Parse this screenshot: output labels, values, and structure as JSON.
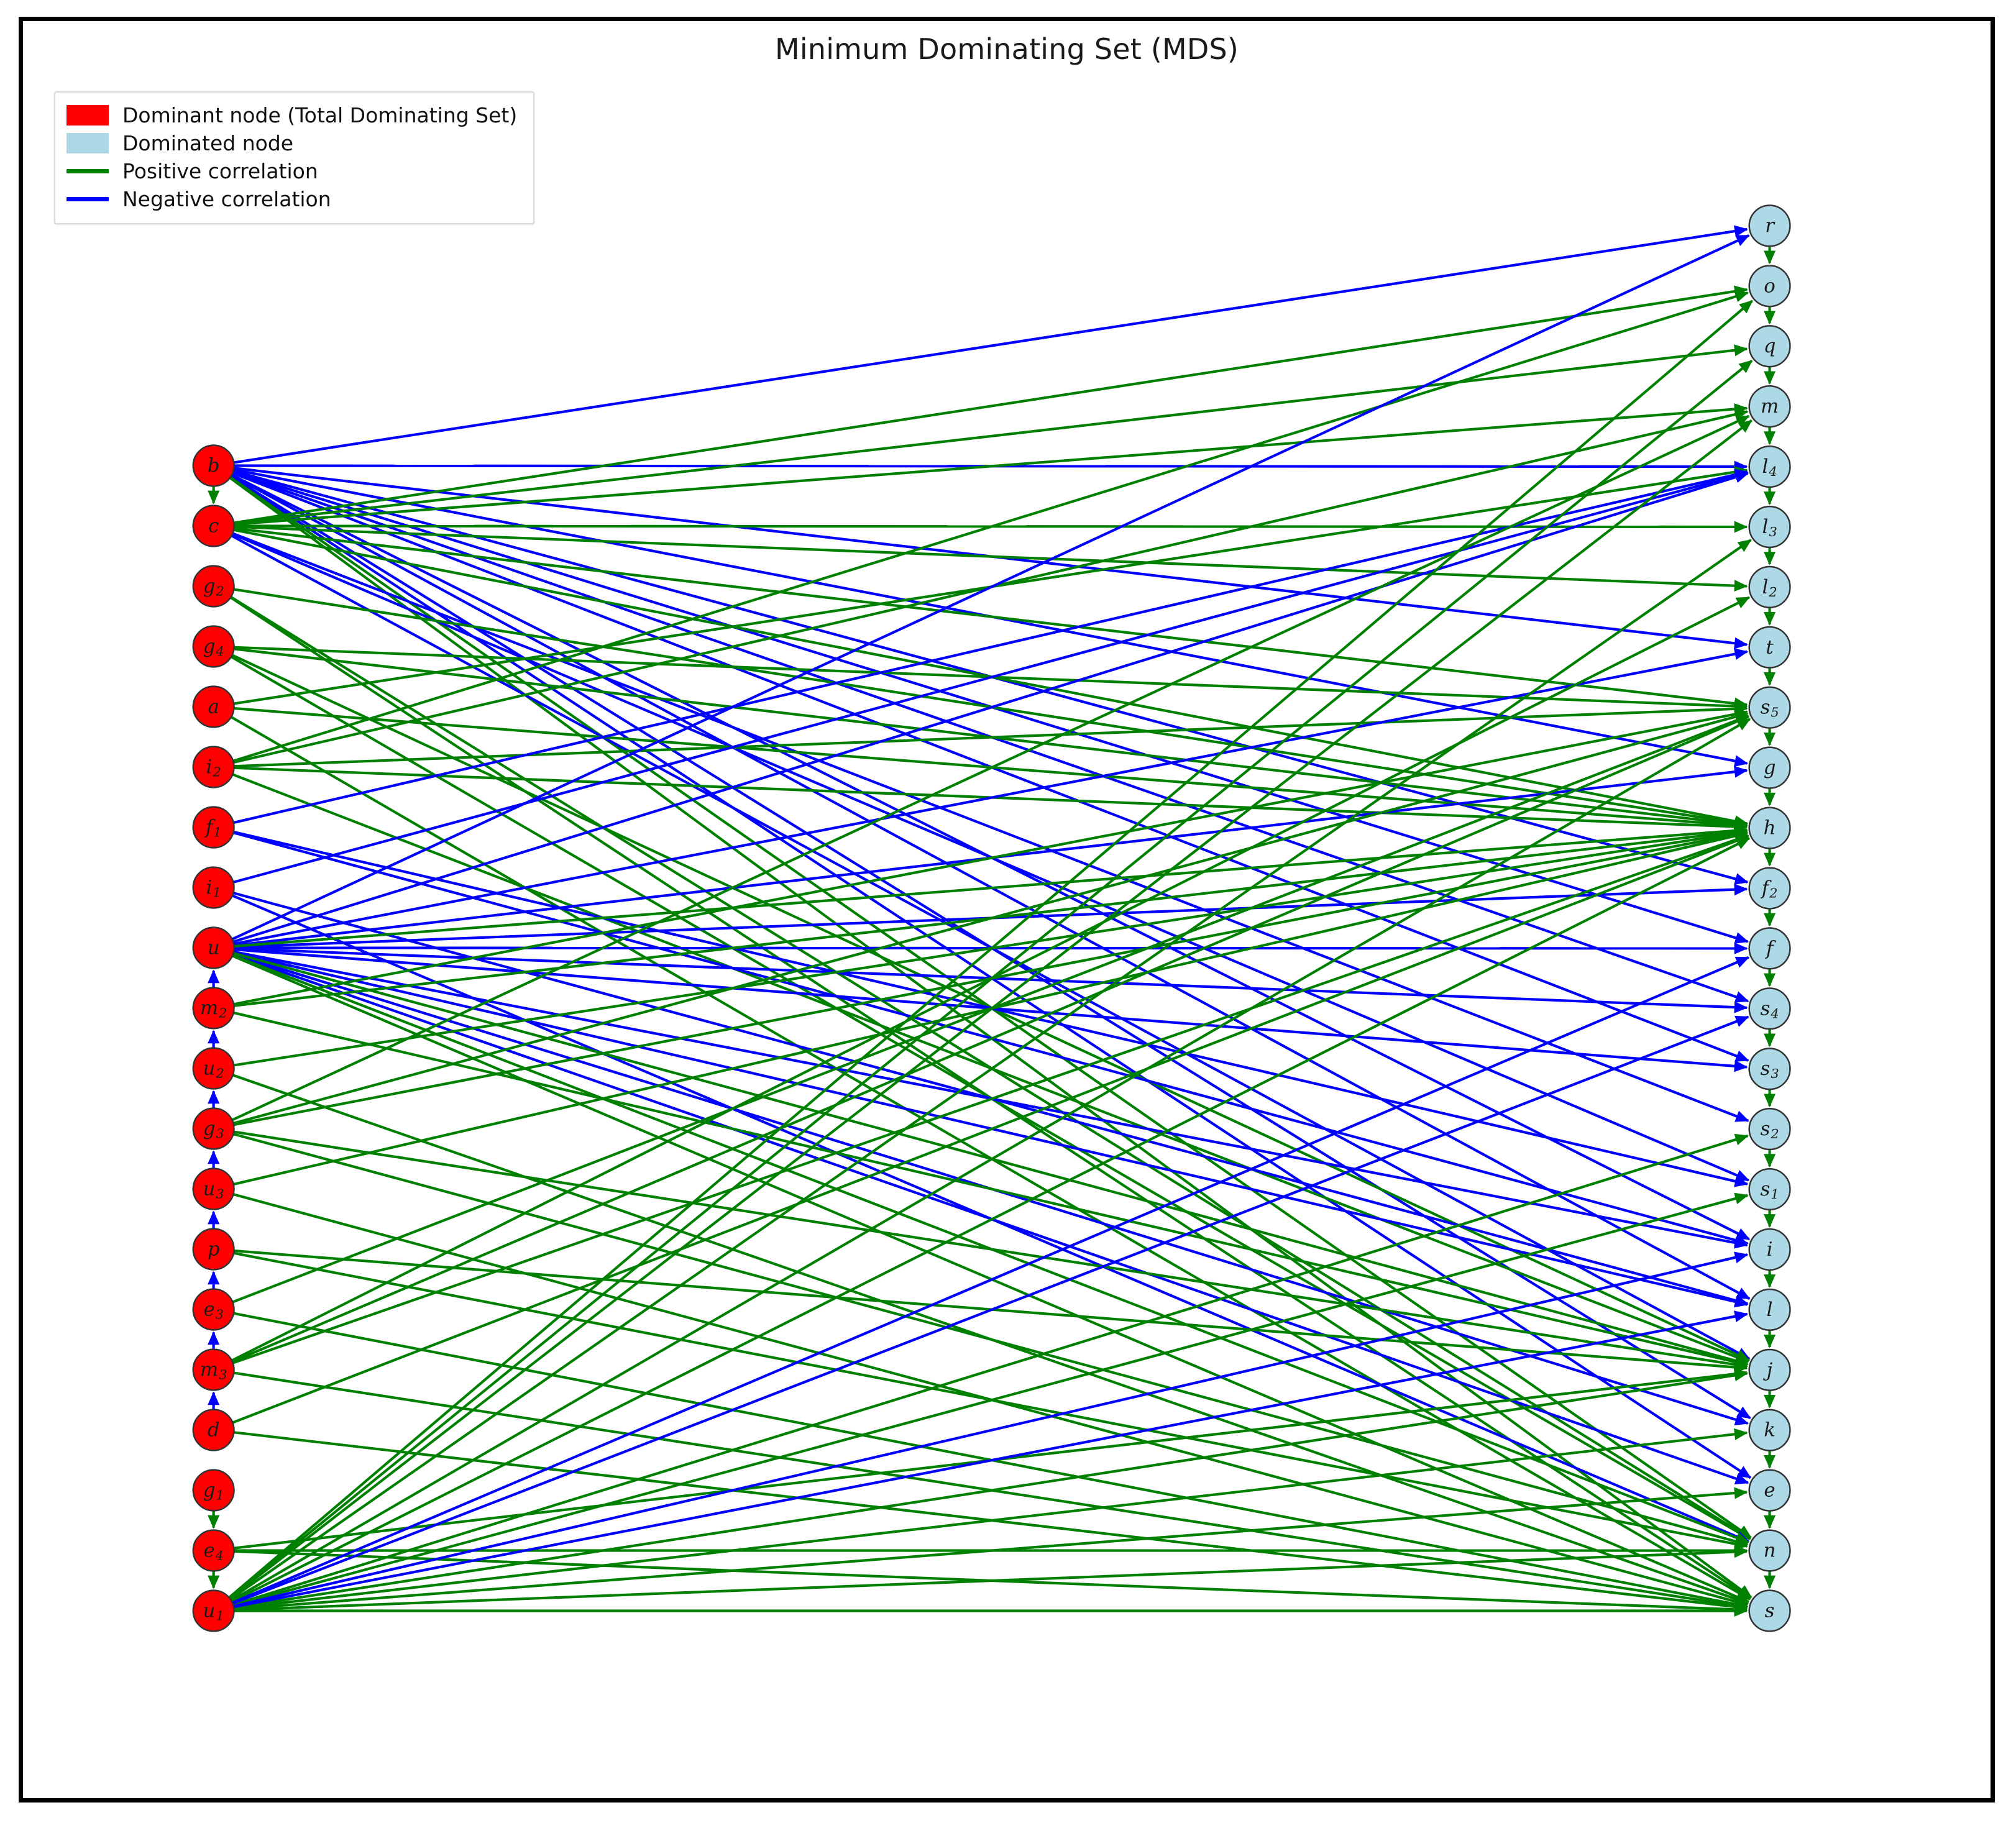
{
  "chart_data": {
    "type": "diagram",
    "title": "Minimum Dominating Set (MDS)",
    "graph_kind": "directed-bipartite-network",
    "layout": "two-column bipartite: dominant nodes on left, dominated nodes on right",
    "node_colors": {
      "dominant": "#FF0000",
      "dominated": "#ADD8E6",
      "node_edge": "#333333"
    },
    "edge_colors": {
      "positive": "#008000",
      "negative": "#0000FF"
    },
    "legend": {
      "position": "upper-left",
      "entries": [
        {
          "key": "dominant-node",
          "marker": "square",
          "color": "#FF0000",
          "label": "Dominant node (Total Dominating Set)"
        },
        {
          "key": "dominated-node",
          "marker": "square",
          "color": "#ADD8E6",
          "label": "Dominated node"
        },
        {
          "key": "positive-correlation",
          "marker": "line",
          "color": "#008000",
          "label": "Positive correlation"
        },
        {
          "key": "negative-correlation",
          "marker": "line",
          "color": "#0000FF",
          "label": "Negative correlation"
        }
      ]
    },
    "left_column": {
      "role": "Dominant node (Total Dominating Set)",
      "count": 19,
      "nodes": [
        {
          "id": "b",
          "base": "b",
          "sub": ""
        },
        {
          "id": "c",
          "base": "c",
          "sub": ""
        },
        {
          "id": "g2",
          "base": "g",
          "sub": "2"
        },
        {
          "id": "g4",
          "base": "g",
          "sub": "4"
        },
        {
          "id": "a",
          "base": "a",
          "sub": ""
        },
        {
          "id": "i2",
          "base": "i",
          "sub": "2"
        },
        {
          "id": "f1",
          "base": "f",
          "sub": "1"
        },
        {
          "id": "i1",
          "base": "i",
          "sub": "1"
        },
        {
          "id": "u",
          "base": "u",
          "sub": ""
        },
        {
          "id": "m2",
          "base": "m",
          "sub": "2"
        },
        {
          "id": "u2",
          "base": "u",
          "sub": "2"
        },
        {
          "id": "g3",
          "base": "g",
          "sub": "3"
        },
        {
          "id": "u3",
          "base": "u",
          "sub": "3"
        },
        {
          "id": "p",
          "base": "p",
          "sub": ""
        },
        {
          "id": "e3",
          "base": "e",
          "sub": "3"
        },
        {
          "id": "m3",
          "base": "m",
          "sub": "3"
        },
        {
          "id": "d",
          "base": "d",
          "sub": ""
        },
        {
          "id": "g1",
          "base": "g",
          "sub": "1"
        },
        {
          "id": "e4",
          "base": "e",
          "sub": "4"
        },
        {
          "id": "u1",
          "base": "u",
          "sub": "1"
        }
      ]
    },
    "right_column": {
      "role": "Dominated node",
      "count": 24,
      "nodes": [
        {
          "id": "r",
          "base": "r",
          "sub": ""
        },
        {
          "id": "o",
          "base": "o",
          "sub": ""
        },
        {
          "id": "q",
          "base": "q",
          "sub": ""
        },
        {
          "id": "m",
          "base": "m",
          "sub": ""
        },
        {
          "id": "l4",
          "base": "l",
          "sub": "4"
        },
        {
          "id": "l3",
          "base": "l",
          "sub": "3"
        },
        {
          "id": "l2",
          "base": "l",
          "sub": "2"
        },
        {
          "id": "t",
          "base": "t",
          "sub": ""
        },
        {
          "id": "s5",
          "base": "s",
          "sub": "5"
        },
        {
          "id": "g",
          "base": "g",
          "sub": ""
        },
        {
          "id": "h",
          "base": "h",
          "sub": ""
        },
        {
          "id": "f2",
          "base": "f",
          "sub": "2"
        },
        {
          "id": "f",
          "base": "f",
          "sub": ""
        },
        {
          "id": "s4",
          "base": "s",
          "sub": "4"
        },
        {
          "id": "s3",
          "base": "s",
          "sub": "3"
        },
        {
          "id": "s2",
          "base": "s",
          "sub": "2"
        },
        {
          "id": "s1",
          "base": "s",
          "sub": "1"
        },
        {
          "id": "i",
          "base": "i",
          "sub": ""
        },
        {
          "id": "l",
          "base": "l",
          "sub": ""
        },
        {
          "id": "j",
          "base": "j",
          "sub": ""
        },
        {
          "id": "k",
          "base": "k",
          "sub": ""
        },
        {
          "id": "e",
          "base": "e",
          "sub": ""
        },
        {
          "id": "n",
          "base": "n",
          "sub": ""
        },
        {
          "id": "s",
          "base": "s",
          "sub": ""
        }
      ]
    },
    "chain_edges": [
      {
        "from": "b",
        "to": "c",
        "sign": "positive"
      },
      {
        "from": "m2",
        "to": "u",
        "sign": "negative"
      },
      {
        "from": "u2",
        "to": "m2",
        "sign": "negative"
      },
      {
        "from": "g3",
        "to": "u2",
        "sign": "negative"
      },
      {
        "from": "u3",
        "to": "g3",
        "sign": "negative"
      },
      {
        "from": "p",
        "to": "u3",
        "sign": "negative"
      },
      {
        "from": "e3",
        "to": "p",
        "sign": "negative"
      },
      {
        "from": "m3",
        "to": "e3",
        "sign": "negative"
      },
      {
        "from": "d",
        "to": "m3",
        "sign": "negative"
      },
      {
        "from": "g1",
        "to": "e4",
        "sign": "positive"
      },
      {
        "from": "e4",
        "to": "u1",
        "sign": "positive"
      },
      {
        "from": "r",
        "to": "o",
        "sign": "positive"
      },
      {
        "from": "o",
        "to": "q",
        "sign": "positive"
      },
      {
        "from": "q",
        "to": "m",
        "sign": "positive"
      },
      {
        "from": "m",
        "to": "l4",
        "sign": "positive"
      },
      {
        "from": "l4",
        "to": "l3",
        "sign": "positive"
      },
      {
        "from": "l3",
        "to": "l2",
        "sign": "positive"
      },
      {
        "from": "l2",
        "to": "t",
        "sign": "positive"
      },
      {
        "from": "t",
        "to": "s5",
        "sign": "positive"
      },
      {
        "from": "s5",
        "to": "g",
        "sign": "positive"
      },
      {
        "from": "g",
        "to": "h",
        "sign": "positive"
      },
      {
        "from": "h",
        "to": "f2",
        "sign": "positive"
      },
      {
        "from": "f2",
        "to": "f",
        "sign": "positive"
      },
      {
        "from": "f",
        "to": "s4",
        "sign": "positive"
      },
      {
        "from": "s4",
        "to": "s3",
        "sign": "positive"
      },
      {
        "from": "s3",
        "to": "s2",
        "sign": "positive"
      },
      {
        "from": "s2",
        "to": "s1",
        "sign": "positive"
      },
      {
        "from": "s1",
        "to": "i",
        "sign": "positive"
      },
      {
        "from": "i",
        "to": "l",
        "sign": "positive"
      },
      {
        "from": "l",
        "to": "j",
        "sign": "positive"
      },
      {
        "from": "j",
        "to": "k",
        "sign": "positive"
      },
      {
        "from": "k",
        "to": "e",
        "sign": "positive"
      },
      {
        "from": "e",
        "to": "n",
        "sign": "positive"
      },
      {
        "from": "n",
        "to": "s",
        "sign": "positive"
      }
    ],
    "cross_edges": [
      {
        "from": "b",
        "to": "r",
        "sign": "negative"
      },
      {
        "from": "b",
        "to": "l4",
        "sign": "negative"
      },
      {
        "from": "b",
        "to": "t",
        "sign": "negative"
      },
      {
        "from": "b",
        "to": "g",
        "sign": "negative"
      },
      {
        "from": "b",
        "to": "f2",
        "sign": "negative"
      },
      {
        "from": "b",
        "to": "f",
        "sign": "negative"
      },
      {
        "from": "b",
        "to": "s4",
        "sign": "negative"
      },
      {
        "from": "b",
        "to": "s3",
        "sign": "negative"
      },
      {
        "from": "b",
        "to": "i",
        "sign": "negative"
      },
      {
        "from": "b",
        "to": "l",
        "sign": "negative"
      },
      {
        "from": "b",
        "to": "k",
        "sign": "negative"
      },
      {
        "from": "b",
        "to": "e",
        "sign": "negative"
      },
      {
        "from": "b",
        "to": "n",
        "sign": "positive"
      },
      {
        "from": "b",
        "to": "s",
        "sign": "positive"
      },
      {
        "from": "c",
        "to": "o",
        "sign": "positive"
      },
      {
        "from": "c",
        "to": "q",
        "sign": "positive"
      },
      {
        "from": "c",
        "to": "m",
        "sign": "positive"
      },
      {
        "from": "c",
        "to": "l3",
        "sign": "positive"
      },
      {
        "from": "c",
        "to": "l2",
        "sign": "positive"
      },
      {
        "from": "c",
        "to": "s5",
        "sign": "positive"
      },
      {
        "from": "c",
        "to": "h",
        "sign": "positive"
      },
      {
        "from": "c",
        "to": "s2",
        "sign": "negative"
      },
      {
        "from": "c",
        "to": "s1",
        "sign": "negative"
      },
      {
        "from": "c",
        "to": "j",
        "sign": "negative"
      },
      {
        "from": "g2",
        "to": "h",
        "sign": "positive"
      },
      {
        "from": "g2",
        "to": "n",
        "sign": "positive"
      },
      {
        "from": "g2",
        "to": "s",
        "sign": "positive"
      },
      {
        "from": "g4",
        "to": "s5",
        "sign": "positive"
      },
      {
        "from": "g4",
        "to": "h",
        "sign": "positive"
      },
      {
        "from": "g4",
        "to": "j",
        "sign": "positive"
      },
      {
        "from": "g4",
        "to": "n",
        "sign": "positive"
      },
      {
        "from": "a",
        "to": "l4",
        "sign": "positive"
      },
      {
        "from": "a",
        "to": "h",
        "sign": "positive"
      },
      {
        "from": "a",
        "to": "s",
        "sign": "positive"
      },
      {
        "from": "i2",
        "to": "o",
        "sign": "positive"
      },
      {
        "from": "i2",
        "to": "m",
        "sign": "positive"
      },
      {
        "from": "i2",
        "to": "s5",
        "sign": "positive"
      },
      {
        "from": "i2",
        "to": "h",
        "sign": "positive"
      },
      {
        "from": "i2",
        "to": "j",
        "sign": "positive"
      },
      {
        "from": "f1",
        "to": "l4",
        "sign": "negative"
      },
      {
        "from": "f1",
        "to": "s1",
        "sign": "negative"
      },
      {
        "from": "f1",
        "to": "i",
        "sign": "negative"
      },
      {
        "from": "i1",
        "to": "l4",
        "sign": "negative"
      },
      {
        "from": "i1",
        "to": "l",
        "sign": "negative"
      },
      {
        "from": "i1",
        "to": "n",
        "sign": "negative"
      },
      {
        "from": "u",
        "to": "r",
        "sign": "negative"
      },
      {
        "from": "u",
        "to": "l4",
        "sign": "negative"
      },
      {
        "from": "u",
        "to": "t",
        "sign": "negative"
      },
      {
        "from": "u",
        "to": "g",
        "sign": "negative"
      },
      {
        "from": "u",
        "to": "f2",
        "sign": "negative"
      },
      {
        "from": "u",
        "to": "f",
        "sign": "negative"
      },
      {
        "from": "u",
        "to": "s4",
        "sign": "negative"
      },
      {
        "from": "u",
        "to": "s3",
        "sign": "negative"
      },
      {
        "from": "u",
        "to": "i",
        "sign": "negative"
      },
      {
        "from": "u",
        "to": "l",
        "sign": "negative"
      },
      {
        "from": "u",
        "to": "k",
        "sign": "negative"
      },
      {
        "from": "u",
        "to": "e",
        "sign": "negative"
      },
      {
        "from": "u",
        "to": "h",
        "sign": "positive"
      },
      {
        "from": "u",
        "to": "j",
        "sign": "positive"
      },
      {
        "from": "u",
        "to": "n",
        "sign": "positive"
      },
      {
        "from": "u",
        "to": "s",
        "sign": "positive"
      },
      {
        "from": "m2",
        "to": "s5",
        "sign": "positive"
      },
      {
        "from": "m2",
        "to": "h",
        "sign": "positive"
      },
      {
        "from": "m2",
        "to": "j",
        "sign": "positive"
      },
      {
        "from": "u2",
        "to": "h",
        "sign": "positive"
      },
      {
        "from": "u2",
        "to": "s",
        "sign": "positive"
      },
      {
        "from": "g3",
        "to": "m",
        "sign": "positive"
      },
      {
        "from": "g3",
        "to": "s5",
        "sign": "positive"
      },
      {
        "from": "g3",
        "to": "h",
        "sign": "positive"
      },
      {
        "from": "g3",
        "to": "j",
        "sign": "positive"
      },
      {
        "from": "g3",
        "to": "n",
        "sign": "positive"
      },
      {
        "from": "u3",
        "to": "h",
        "sign": "positive"
      },
      {
        "from": "u3",
        "to": "s",
        "sign": "positive"
      },
      {
        "from": "p",
        "to": "j",
        "sign": "positive"
      },
      {
        "from": "p",
        "to": "n",
        "sign": "positive"
      },
      {
        "from": "e3",
        "to": "s5",
        "sign": "positive"
      },
      {
        "from": "e3",
        "to": "s",
        "sign": "positive"
      },
      {
        "from": "m3",
        "to": "l2",
        "sign": "positive"
      },
      {
        "from": "m3",
        "to": "s5",
        "sign": "positive"
      },
      {
        "from": "m3",
        "to": "h",
        "sign": "positive"
      },
      {
        "from": "m3",
        "to": "s",
        "sign": "positive"
      },
      {
        "from": "d",
        "to": "h",
        "sign": "positive"
      },
      {
        "from": "d",
        "to": "s",
        "sign": "positive"
      },
      {
        "from": "e4",
        "to": "j",
        "sign": "positive"
      },
      {
        "from": "e4",
        "to": "n",
        "sign": "positive"
      },
      {
        "from": "e4",
        "to": "s",
        "sign": "positive"
      },
      {
        "from": "u1",
        "to": "o",
        "sign": "positive"
      },
      {
        "from": "u1",
        "to": "q",
        "sign": "positive"
      },
      {
        "from": "u1",
        "to": "m",
        "sign": "positive"
      },
      {
        "from": "u1",
        "to": "l3",
        "sign": "positive"
      },
      {
        "from": "u1",
        "to": "s5",
        "sign": "positive"
      },
      {
        "from": "u1",
        "to": "h",
        "sign": "positive"
      },
      {
        "from": "u1",
        "to": "s2",
        "sign": "positive"
      },
      {
        "from": "u1",
        "to": "s1",
        "sign": "positive"
      },
      {
        "from": "u1",
        "to": "j",
        "sign": "positive"
      },
      {
        "from": "u1",
        "to": "k",
        "sign": "positive"
      },
      {
        "from": "u1",
        "to": "e",
        "sign": "positive"
      },
      {
        "from": "u1",
        "to": "n",
        "sign": "positive"
      },
      {
        "from": "u1",
        "to": "s",
        "sign": "positive"
      },
      {
        "from": "u1",
        "to": "f",
        "sign": "negative"
      },
      {
        "from": "u1",
        "to": "s4",
        "sign": "negative"
      },
      {
        "from": "u1",
        "to": "i",
        "sign": "negative"
      },
      {
        "from": "u1",
        "to": "l",
        "sign": "negative"
      }
    ]
  }
}
